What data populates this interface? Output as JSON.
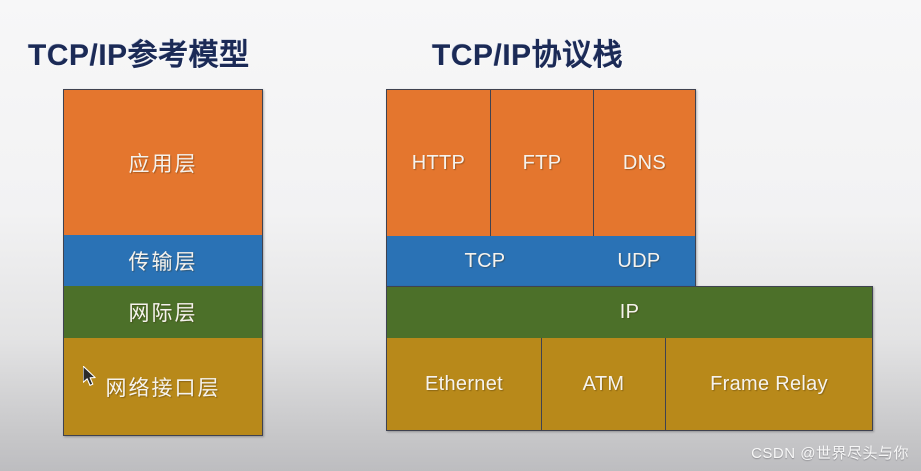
{
  "slide": {
    "watermark": "CSDN @世界尽头与你",
    "colors": {
      "application": "#e4762e",
      "transport": "#2a72b5",
      "internet": "#4c7029",
      "network_interface": "#b8891a",
      "title": "#1b2a56",
      "background": "#f2f2f3"
    }
  },
  "left_diagram": {
    "title": "TCP/IP参考模型",
    "layers": [
      {
        "label": "应用层",
        "color": "#e4762e"
      },
      {
        "label": "传输层",
        "color": "#2a72b5"
      },
      {
        "label": "网际层",
        "color": "#4c7029"
      },
      {
        "label": "网络接口层",
        "color": "#b8891a"
      }
    ]
  },
  "right_diagram": {
    "title": "TCP/IP协议栈",
    "application_row": [
      {
        "label": "HTTP"
      },
      {
        "label": "FTP"
      },
      {
        "label": "DNS"
      }
    ],
    "transport_row": [
      {
        "label": "TCP"
      },
      {
        "label": "UDP"
      }
    ],
    "internet_row": [
      {
        "label": "IP"
      }
    ],
    "link_row": [
      {
        "label": "Ethernet"
      },
      {
        "label": "ATM"
      },
      {
        "label": "Frame Relay"
      }
    ]
  }
}
